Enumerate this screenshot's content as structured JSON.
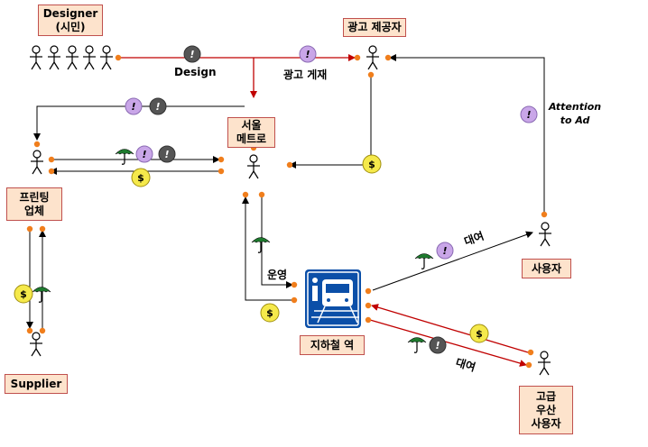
{
  "labels": {
    "designer": "Designer\n(시민)",
    "ad_provider": "광고 제공자",
    "seoul_metro": "서울\n메트로",
    "printing_company": "프린팅\n업체",
    "supplier": "Supplier",
    "user": "사용자",
    "premium_user": "고급\n우산\n사용자",
    "subway_station": "지하철 역"
  },
  "edge_labels": {
    "design": "Design",
    "ad_posting": "광고 게재",
    "attention": "Attention\nto Ad",
    "operation": "운영",
    "rental_1": "대여",
    "rental_2": "대여"
  },
  "icons": {
    "info": "!",
    "money": "$",
    "umbrella": "umbrella-icon",
    "person": "person-icon",
    "subway": "subway-station-icon"
  },
  "colors": {
    "node_fill": "#fde3cc",
    "node_border": "#c0504d",
    "red_line": "#c00000",
    "dot_orange": "#f07e1c",
    "info_purple": "#c9a6e8",
    "info_gray": "#555555",
    "money_yellow": "#f5e94b",
    "station_blue": "#0b4fa8"
  }
}
